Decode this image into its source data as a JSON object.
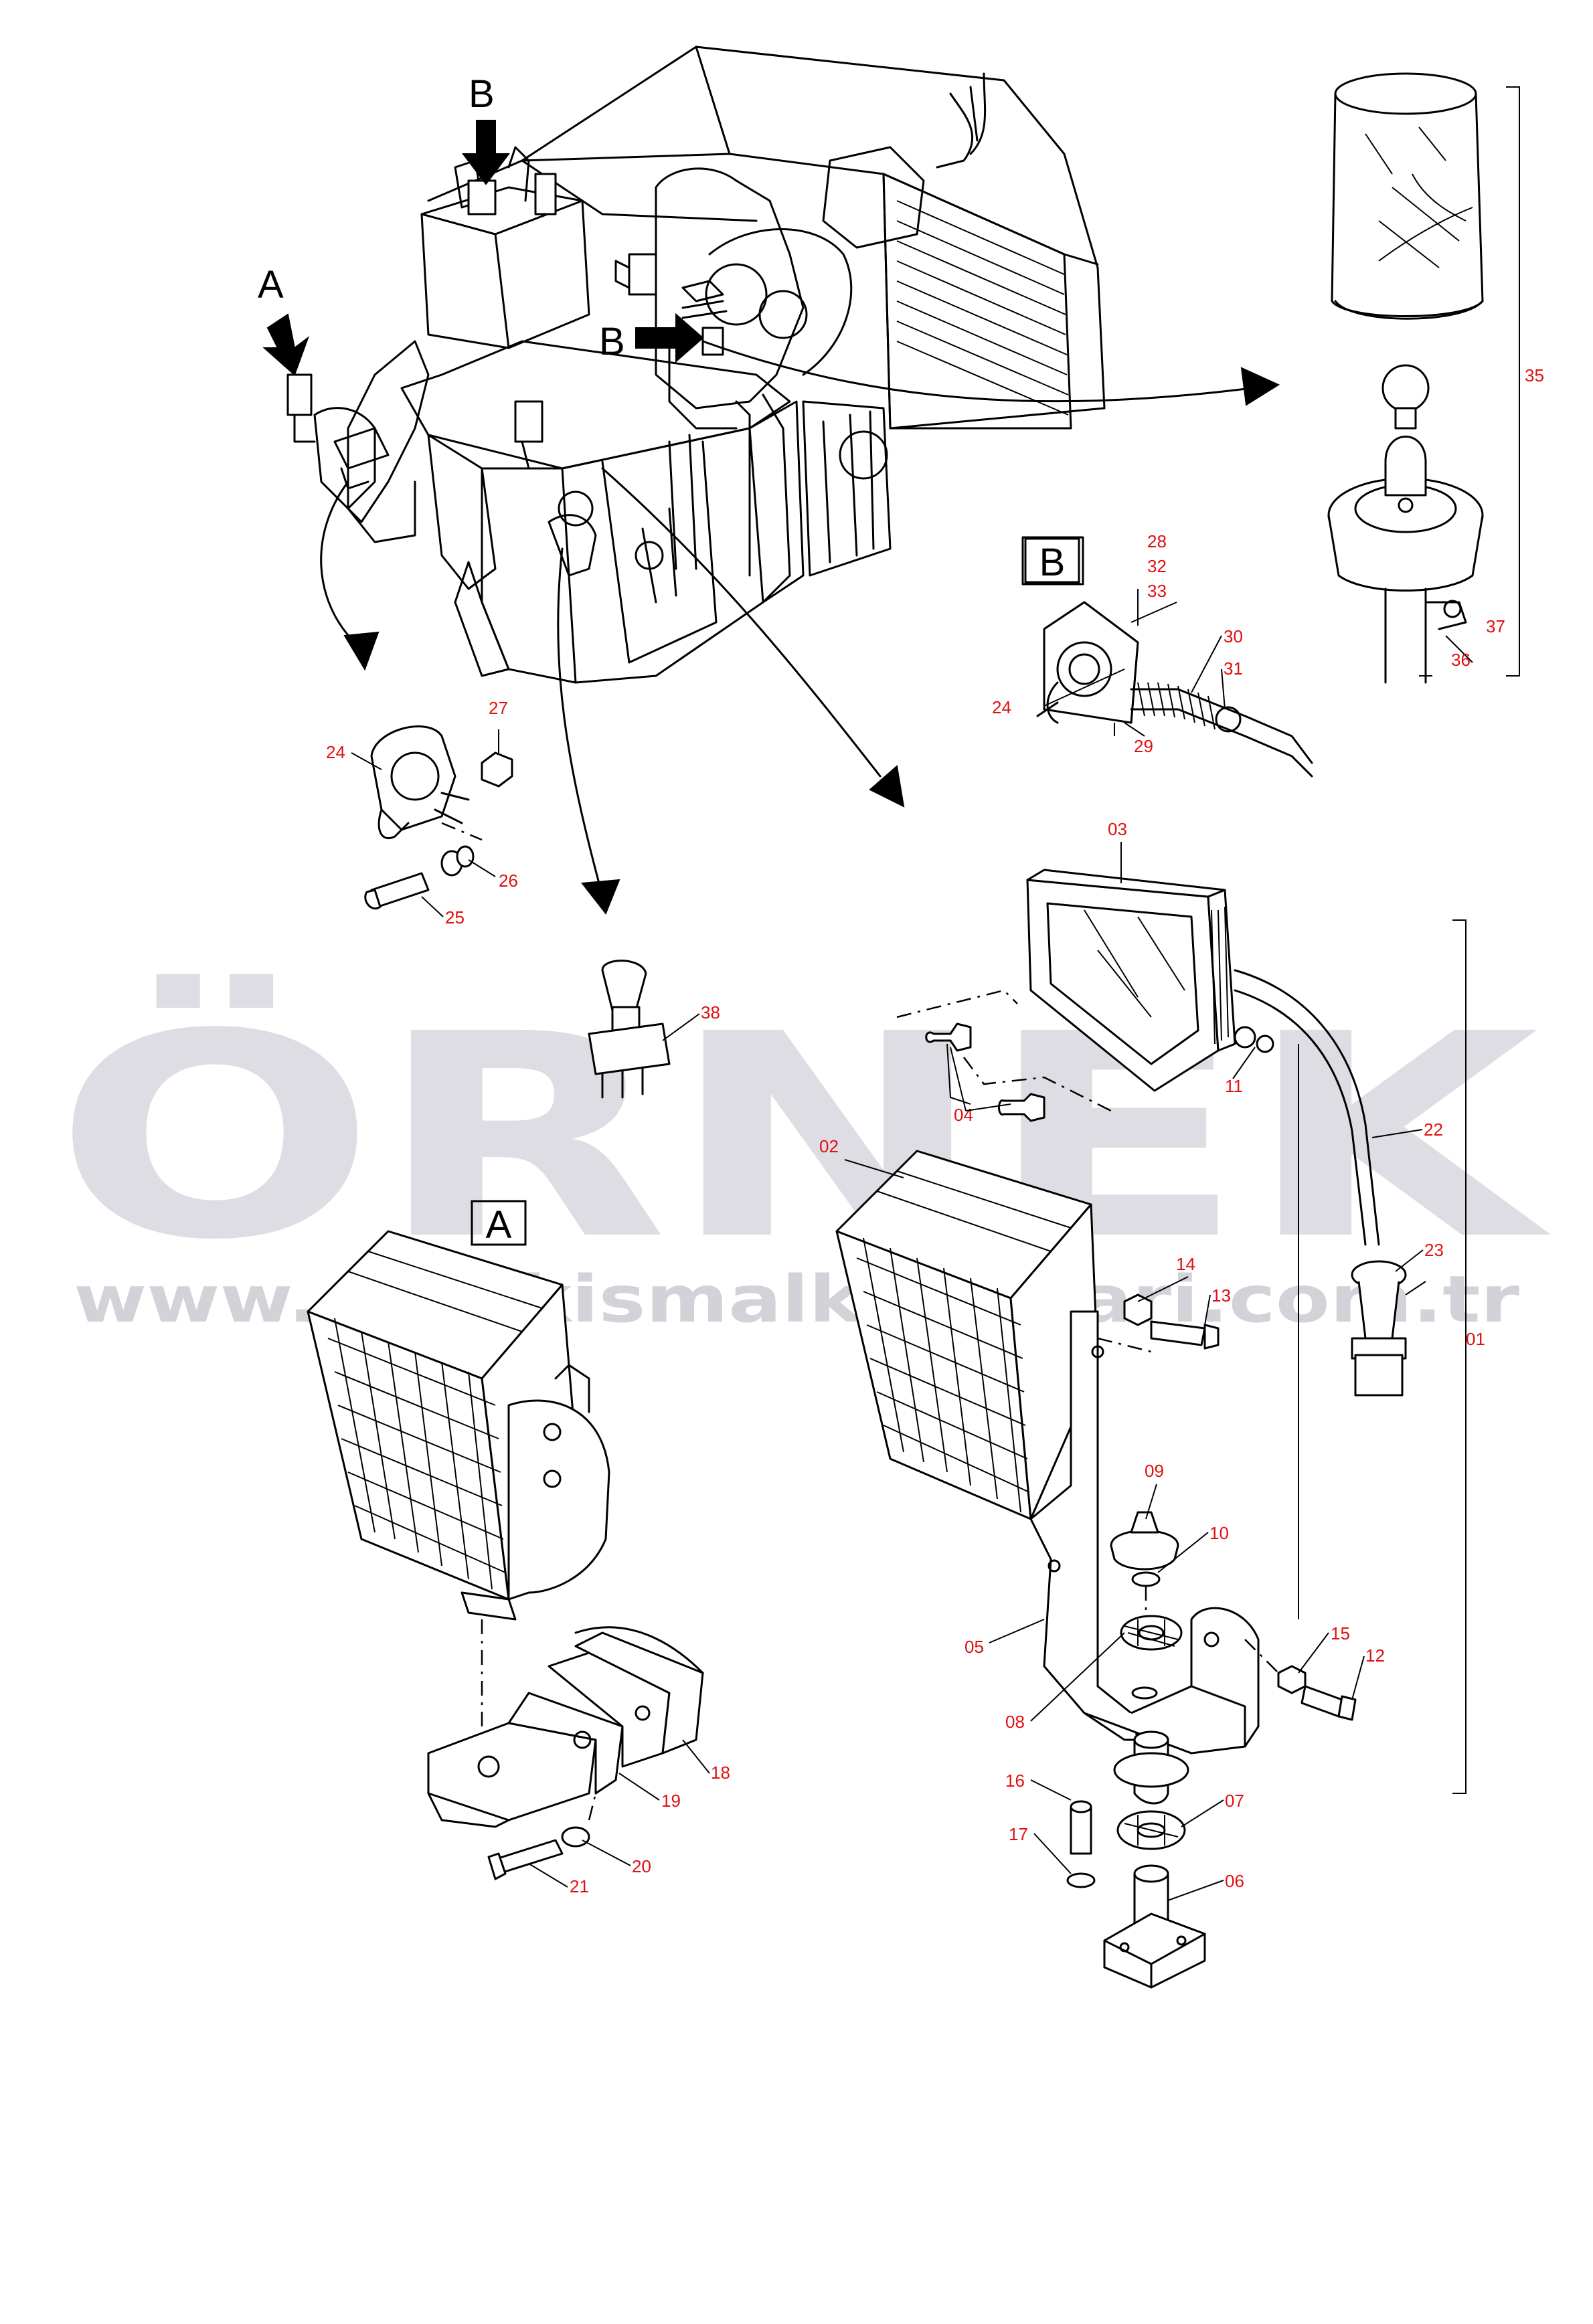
{
  "watermark": {
    "text": "ÖRNEK",
    "url": "www.oreekismalkaomlari.com.tr",
    "umlaut_color": "#f5e39a",
    "text_color": "#dedde3"
  },
  "callouts": {
    "A": "A",
    "B": "B"
  },
  "detail_boxes": {
    "A": "A",
    "B": "B"
  },
  "part_numbers": {
    "p01": "01",
    "p02": "02",
    "p03": "03",
    "p04": "04",
    "p05": "05",
    "p06": "06",
    "p07": "07",
    "p08": "08",
    "p09": "09",
    "p10": "10",
    "p11": "11",
    "p12": "12",
    "p13": "13",
    "p14": "14",
    "p15": "15",
    "p16": "16",
    "p17": "17",
    "p18": "18",
    "p19": "19",
    "p20": "20",
    "p21": "21",
    "p22": "22",
    "p23": "23",
    "p24": "24",
    "p24b": "24",
    "p25": "25",
    "p26": "26",
    "p27": "27",
    "p28": "28",
    "p29": "29",
    "p30": "30",
    "p31": "31",
    "p32": "32",
    "p33": "33",
    "p35": "35",
    "p36": "36",
    "p37": "37",
    "p38": "38"
  },
  "colors": {
    "label": "#e01010",
    "line": "#000000",
    "background": "#ffffff"
  }
}
